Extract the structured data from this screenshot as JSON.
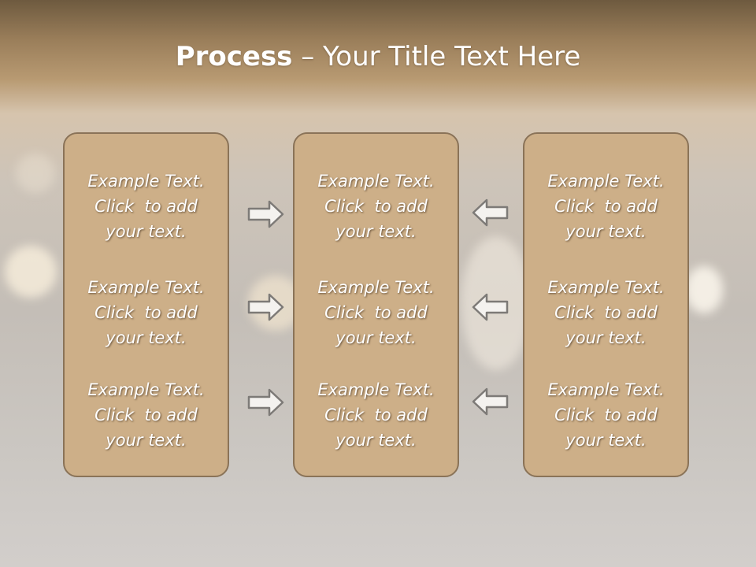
{
  "slide": {
    "title_bold": "Process",
    "title_rest": " – Your Title Text Here"
  },
  "columns": [
    {
      "items": [
        {
          "line1": "Example Text.",
          "line2": "Click  to add",
          "line3": "your text."
        },
        {
          "line1": "Example Text.",
          "line2": "Click  to add",
          "line3": "your text."
        },
        {
          "line1": "Example Text.",
          "line2": "Click  to add",
          "line3": "your text."
        }
      ]
    },
    {
      "items": [
        {
          "line1": "Example Text.",
          "line2": "Click  to add",
          "line3": "your text."
        },
        {
          "line1": "Example Text.",
          "line2": "Click  to add",
          "line3": "your text."
        },
        {
          "line1": "Example Text.",
          "line2": "Click  to add",
          "line3": "your text."
        }
      ]
    },
    {
      "items": [
        {
          "line1": "Example Text.",
          "line2": "Click  to add",
          "line3": "your text."
        },
        {
          "line1": "Example Text.",
          "line2": "Click  to add",
          "line3": "your text."
        },
        {
          "line1": "Example Text.",
          "line2": "Click  to add",
          "line3": "your text."
        }
      ]
    }
  ],
  "arrows": {
    "left_to_center": [
      "arrow-right-icon",
      "arrow-right-icon",
      "arrow-right-icon"
    ],
    "right_to_center": [
      "arrow-left-icon",
      "arrow-left-icon",
      "arrow-left-icon"
    ]
  },
  "colors": {
    "box_fill": "#cdaf88",
    "box_border": "#8a7358",
    "text": "#ffffff",
    "arrow_stroke": "#7d7a77"
  }
}
